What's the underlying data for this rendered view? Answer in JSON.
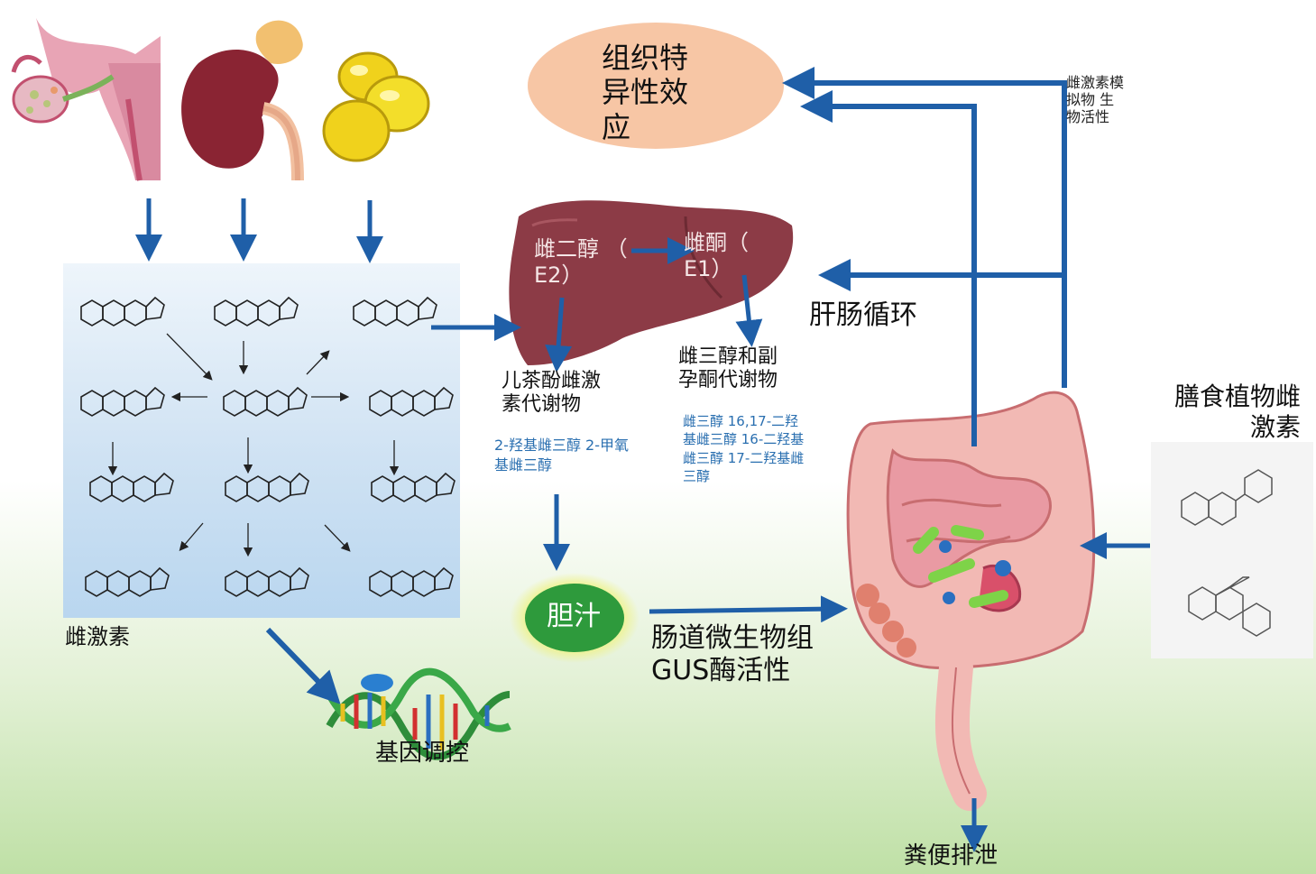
{
  "labels": {
    "tissue_effect": "组织特\n异性效\n应",
    "e2": "雌二醇 （\nE2）",
    "e1": "雌酮（\nE1）",
    "enterohepatic": "肝肠循环",
    "mimic_bioactivity": "雌激素模\n拟物 生\n物活性",
    "catechol": "儿茶酚雌激\n素代谢物",
    "catechol_detail": "2-羟基雌三醇 2-甲氧\n基雌三醇",
    "estriol_pregn": "雌三醇和副\n孕酮代谢物",
    "estriol_detail": "雌三醇 16,17-二羟\n基雌三醇 16-二羟基\n雌三醇 17-二羟基雌\n三醇",
    "dietary_phyto": "膳食植物雌\n激素",
    "bile": "胆汁",
    "gut_microbiome": "肠道微生物组\nGUS酶活性",
    "estrogen": "雌激素",
    "gene_regulation": "基因调控",
    "excretion": "粪便排泄"
  },
  "colors": {
    "arrow": "#1f5fa8",
    "liver": "#8c3b46",
    "tissue_ellipse": "#f7c6a5",
    "bile_glow": "#eef28a",
    "bile_core": "#2e9a3c",
    "intestine": "#f2b9b4",
    "kidney": "#8a2433",
    "fat": "#f0d21c"
  },
  "icons": [
    "uterus-ovary-icon",
    "kidney-adrenal-icon",
    "fat-cells-icon",
    "liver-icon",
    "intestine-icon",
    "dna-helix-icon"
  ]
}
